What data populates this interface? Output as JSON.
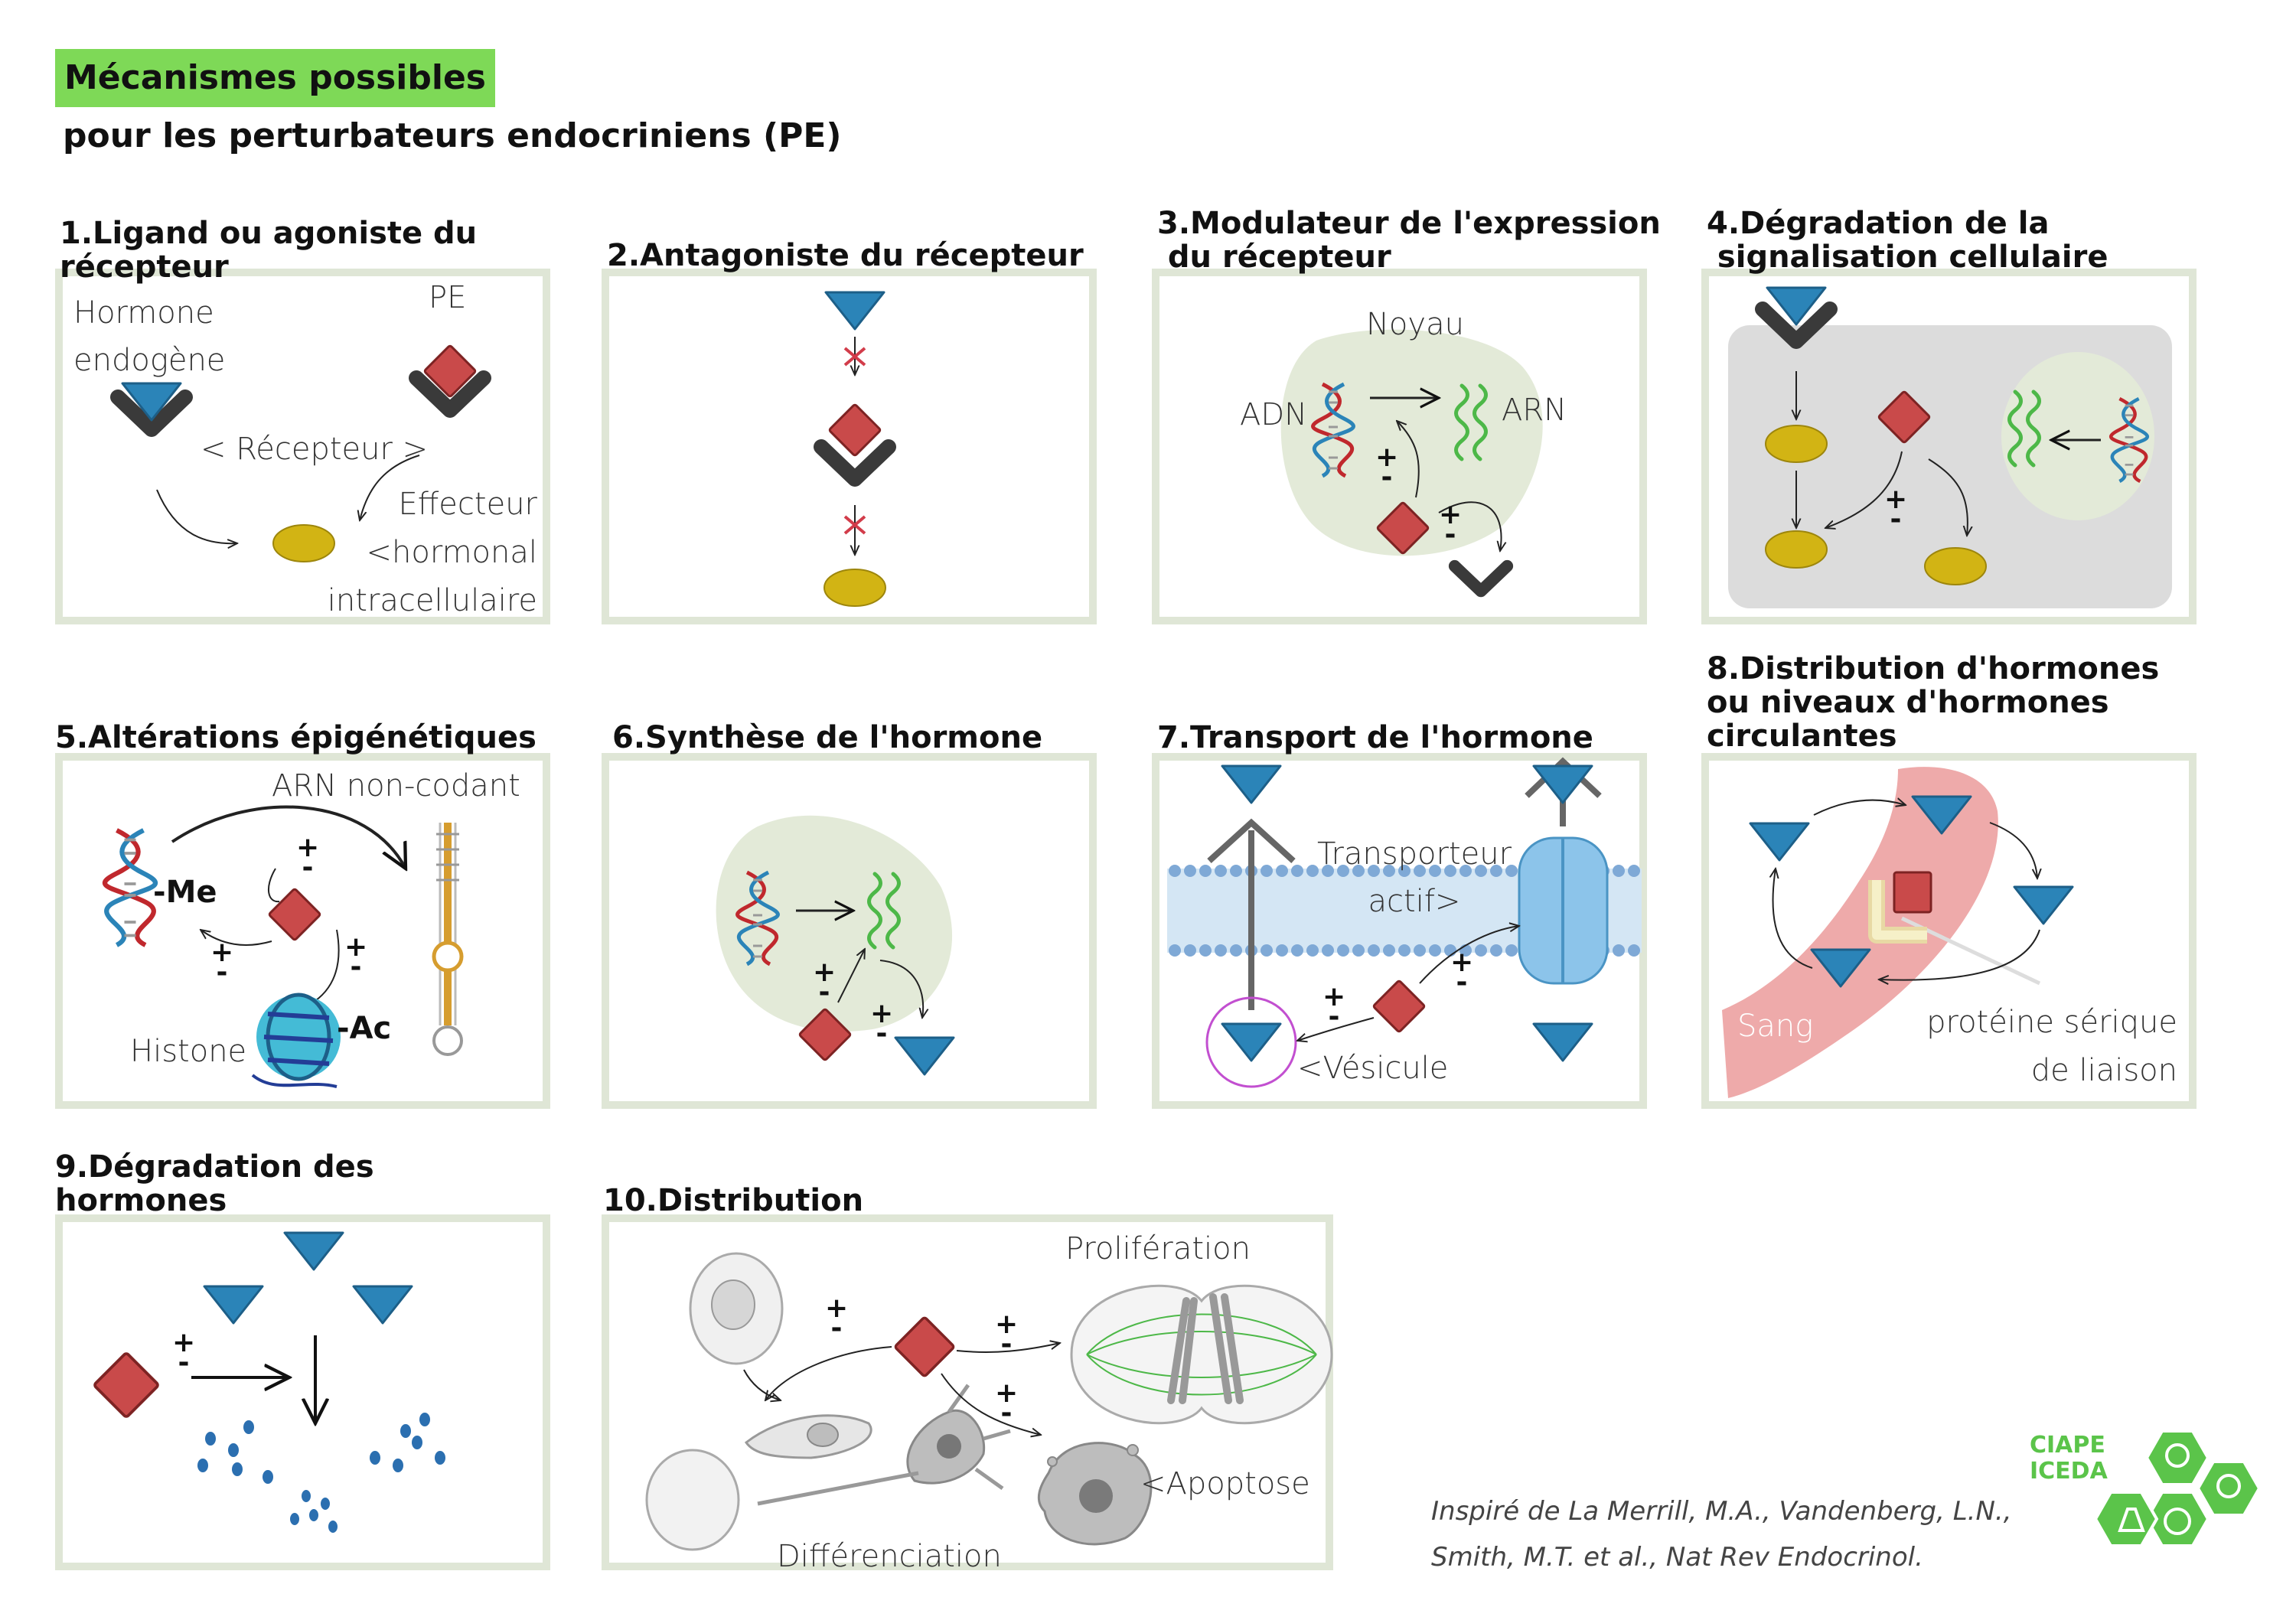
{
  "header": {
    "title": "Mécanismes possibles",
    "subtitle": "pour les perturbateurs endocriniens (PE)"
  },
  "panels": [
    {
      "title": "1.Ligand ou agoniste du\nrécepteur",
      "labels": {
        "hormone": "Hormone\nendogène",
        "pe": "PE",
        "recepteur": "< Récepteur >",
        "effecteur": "Effecteur\n<hormonal\nintracellulaire"
      }
    },
    {
      "title": "2.Antagoniste du récepteur"
    },
    {
      "title": "3.Modulateur de l'expression\n du récepteur",
      "labels": {
        "noyau": "Noyau",
        "adn": "ADN",
        "arn": "ARN"
      }
    },
    {
      "title": "4.Dégradation de la\n signalisation cellulaire"
    },
    {
      "title": "5.Altérations épigénétiques",
      "labels": {
        "arn_nc": "ARN non-codant",
        "me": "-Me",
        "histone": "Histone",
        "ac": "-Ac"
      }
    },
    {
      "title": "6.Synthèse de l'hormone"
    },
    {
      "title": "7.Transport de l'hormone",
      "labels": {
        "transporteur": "Transporteur\nactif>",
        "vesicule": "<Vésicule"
      }
    },
    {
      "title": "8.Distribution d'hormones\nou niveaux d'hormones\ncirculantes",
      "labels": {
        "sang": "Sang",
        "proteine": "protéine sérique\nde liaison"
      }
    },
    {
      "title": "9.Dégradation des\nhormones"
    },
    {
      "title": "10.Distribution",
      "labels": {
        "proliferation": "Prolifération",
        "apoptose": "<Apoptose",
        "differenciation": "Différenciation"
      }
    }
  ],
  "sign": "+\n-",
  "citation": "Inspiré de La Merrill, M.A., Vandenberg, L.N.,\nSmith, M.T. et al., Nat Rev Endocrinol.",
  "logo": {
    "text": "CIAPE\nICEDA"
  },
  "colors": {
    "title_bg": "#7ed957",
    "panel_border": "#dfe6d6",
    "hormone": "#2b84b8",
    "pe": "#c94a4a",
    "receptor": "#3a3a3a",
    "effector": "#d2b414",
    "nucleus": "#e3ead8",
    "rna": "#4db848",
    "blood": "#eeaaaa",
    "logo": "#5bc44a"
  }
}
